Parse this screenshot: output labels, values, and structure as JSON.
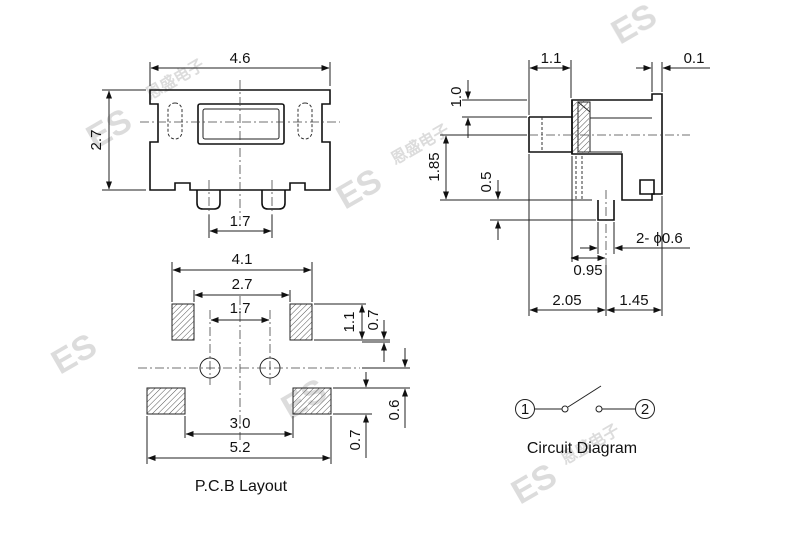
{
  "top_view": {
    "dims": {
      "width": "4.6",
      "height": "2.7",
      "pin_pitch": "1.7"
    }
  },
  "side_view": {
    "dims": {
      "d_1_1": "1.1",
      "d_0_1": "0.1",
      "d_1_0": "1.0",
      "d_1_85": "1.85",
      "d_0_5": "0.5",
      "d_pin": "2- ϕ0.6",
      "d_0_95": "0.95",
      "d_2_05": "2.05",
      "d_1_45": "1.45"
    }
  },
  "pcb_layout": {
    "title": "P.C.B Layout",
    "dims": {
      "d_4_1": "4.1",
      "d_2_7": "2.7",
      "d_1_7": "1.7",
      "d_3_0": "3.0",
      "d_5_2": "5.2",
      "d_1_1": "1.1",
      "d_0_7_top": "0.7",
      "d_0_6": "0.6",
      "d_0_7_bottom": "0.7"
    }
  },
  "circuit": {
    "title": "Circuit Diagram",
    "pin1": "1",
    "pin2": "2"
  },
  "watermark": {
    "text": "ES",
    "cn": "恩盛电子"
  }
}
